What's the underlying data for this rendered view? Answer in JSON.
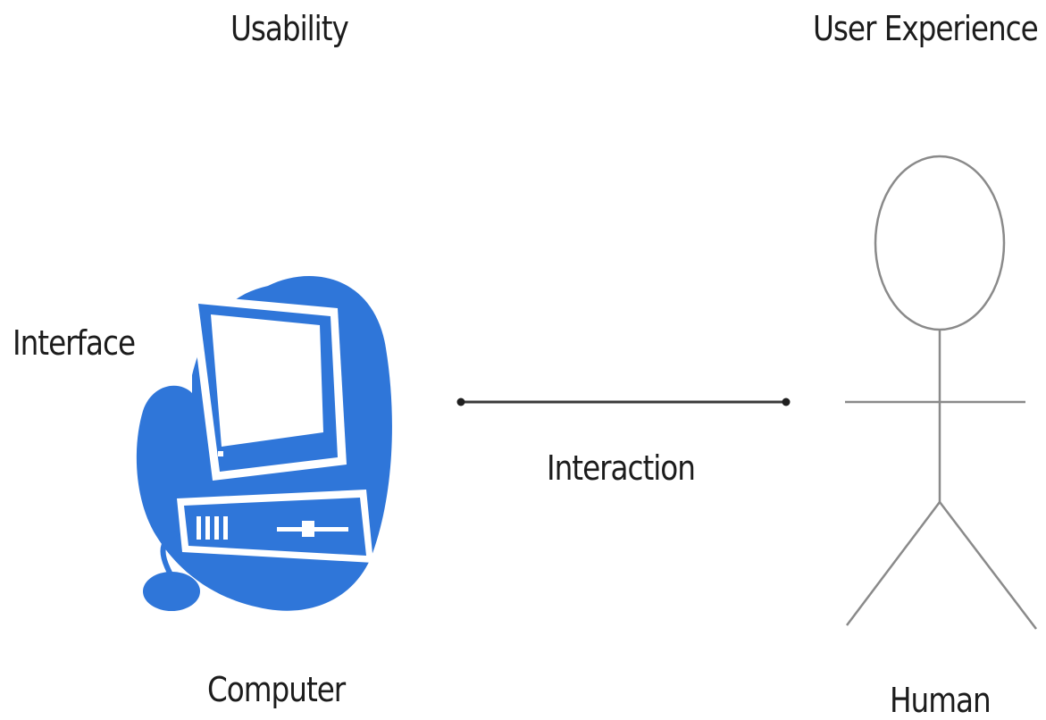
{
  "labels": {
    "usability": "Usability",
    "user_experience": "User Experience",
    "interface": "Interface",
    "interaction": "Interaction",
    "computer": "Computer",
    "human": "Human"
  },
  "icons": {
    "computer": "computer-icon",
    "human": "stick-figure-icon",
    "connector": "interaction-line"
  },
  "colors": {
    "computer_blue": "#2f76d9",
    "line_gray": "#8a8a8a",
    "connector_dark": "#3a3a3a",
    "text": "#1c1c1c"
  }
}
